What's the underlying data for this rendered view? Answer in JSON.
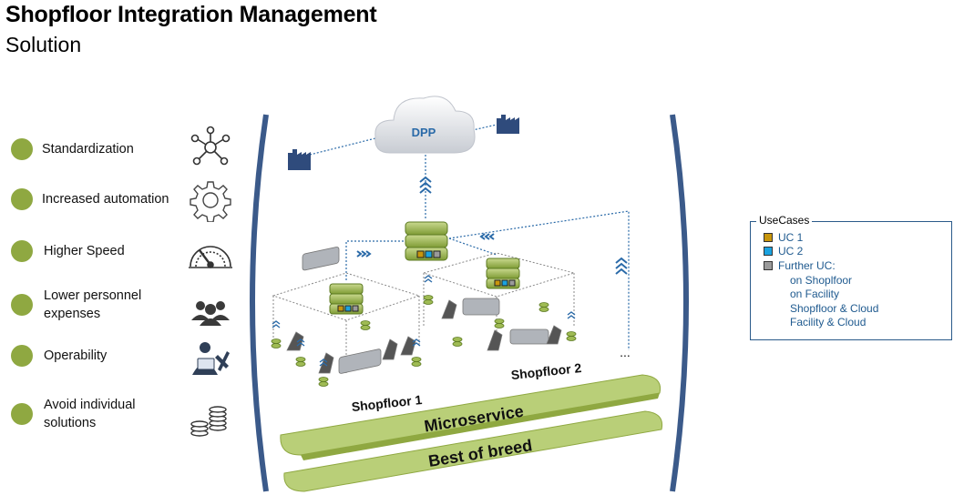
{
  "header": {
    "title": "Shopfloor Integration Management",
    "subtitle": "Solution"
  },
  "benefits": [
    {
      "label": "Standardization",
      "icon": "network-icon"
    },
    {
      "label": "Increased automation",
      "icon": "gear-icon"
    },
    {
      "label": "Higher Speed",
      "icon": "speedometer-icon"
    },
    {
      "label": "Lower personnel expenses",
      "icon": "people-icon"
    },
    {
      "label": "Operability",
      "icon": "developer-tools-icon"
    },
    {
      "label": "Avoid individual solutions",
      "icon": "coins-icon"
    }
  ],
  "diagram": {
    "cloud_label": "DPP",
    "shopfloor_1": "Shopfloor 1",
    "shopfloor_2": "Shopfloor 2",
    "more": "...",
    "layer_top": "Microservice",
    "layer_bottom": "Best of breed"
  },
  "legend": {
    "title": "UseCases",
    "items": [
      {
        "label": "UC 1",
        "color": "#c8960c"
      },
      {
        "label": "UC 2",
        "color": "#1ba3e0"
      },
      {
        "label": "Further UC:",
        "color": "#9a9a9a"
      }
    ],
    "sub_items": [
      "on Shoplfoor",
      "on Facility",
      "Shopfloor & Cloud",
      "Facility & Cloud"
    ]
  },
  "colors": {
    "accent_green": "#8fa841",
    "dark_blue": "#2f4b7c",
    "text_blue": "#1f5a8f",
    "layer_green": "#b9cf78"
  }
}
